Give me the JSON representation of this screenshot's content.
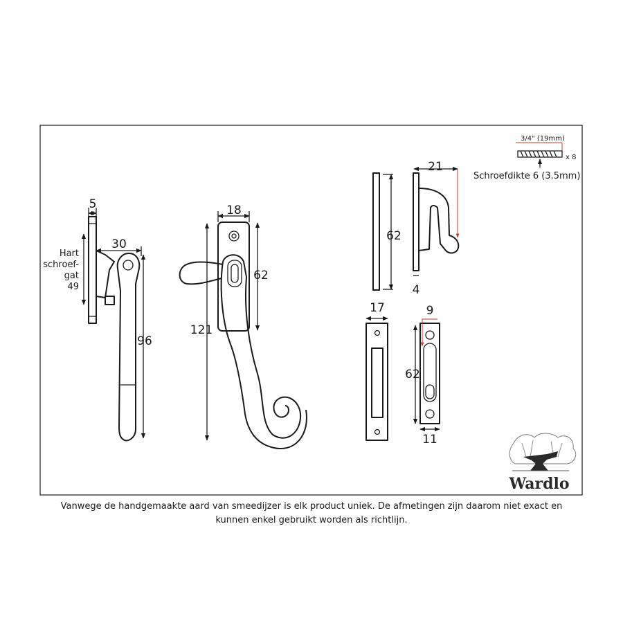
{
  "dimensions": {
    "side_5": "5",
    "side_30": "30",
    "side_hart_1": "Hart",
    "side_hart_2": "schroef-",
    "side_hart_3": "gat",
    "side_hart_4": "49",
    "side_96": "96",
    "front_18": "18",
    "front_62": "62",
    "front_121": "121",
    "rest_62": "62",
    "rest_4": "4",
    "rest_21": "21",
    "keep_17": "17",
    "keep_9": "9",
    "keep_62": "62",
    "keep_11": "11"
  },
  "screw": {
    "length": "3/4\" (19mm)",
    "count": "x 8",
    "thickness": "Schroefdikte 6 (3.5mm)"
  },
  "logo": {
    "brand": "Wardlo"
  },
  "footer": {
    "line1": "Vanwege de handgemaakte aard van smeedijzer is elk product uniek. De afmetingen zijn daarom niet exact en",
    "line2": "kunnen enkel gebruikt worden als richtlijn."
  },
  "colors": {
    "line": "#1a1a1a",
    "dimension_accent": "#c0392b",
    "background": "#ffffff"
  }
}
